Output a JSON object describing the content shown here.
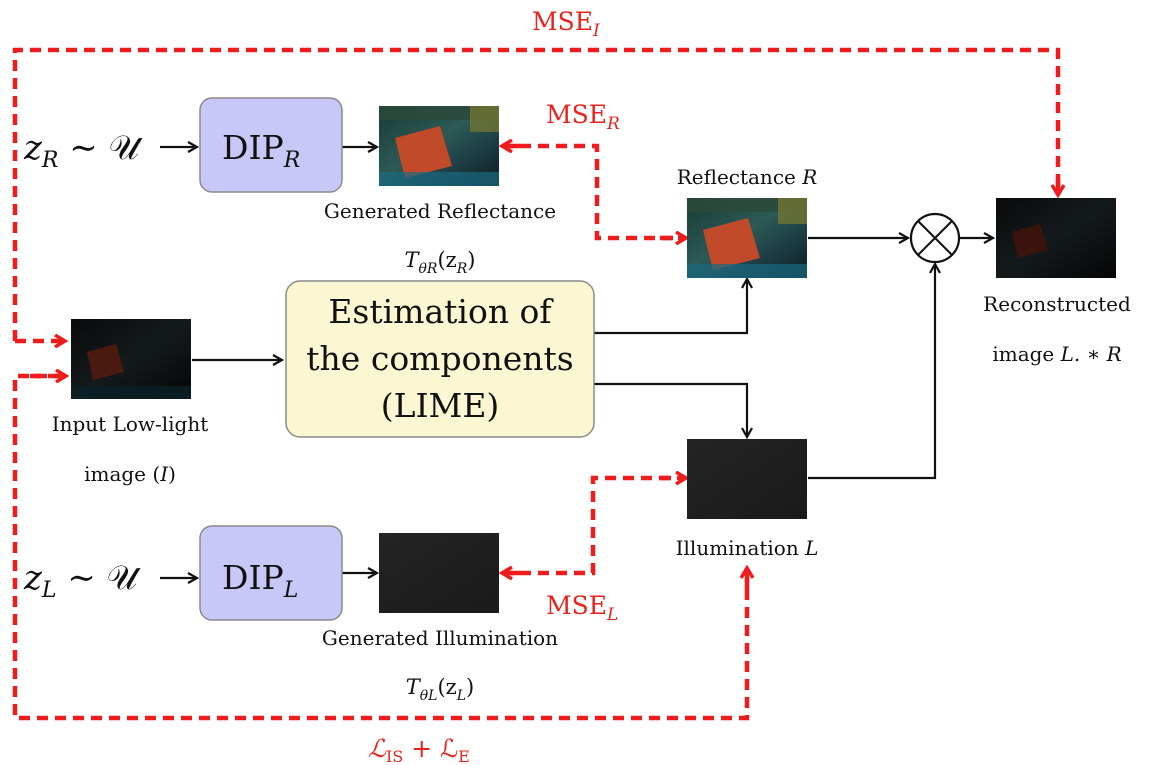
{
  "labels": {
    "mse_i": "MSE",
    "mse_i_sub": "I",
    "mse_r": "MSE",
    "mse_r_sub": "R",
    "mse_l": "MSE",
    "mse_l_sub": "L",
    "loss_l": "ℒ",
    "loss_is_sub": "IS",
    "loss_plus": " + ℒ",
    "loss_e_sub": "E",
    "zr_var": "z",
    "zr_sub": "R",
    "zr_dist": " ∼ 𝒰",
    "zl_var": "z",
    "zl_sub": "L",
    "zl_dist": " ∼ 𝒰",
    "dip_r": "DIP",
    "dip_r_sub": "R",
    "dip_l": "DIP",
    "dip_l_sub": "L",
    "gen_reflectance": "Generated Reflectance",
    "t_theta_r": "T",
    "t_theta_r_sub": "θR",
    "t_theta_r_arg": "(z",
    "t_theta_r_arg_sub": "R",
    "t_theta_r_close": ")",
    "gen_illumination": "Generated Illumination",
    "t_theta_l": "T",
    "t_theta_l_sub": "θL",
    "t_theta_l_arg": "(z",
    "t_theta_l_arg_sub": "L",
    "t_theta_l_close": ")",
    "lime_line1": "Estimation of",
    "lime_line2": "the components",
    "lime_line3": "(LIME)",
    "input_line1": "Input Low-light",
    "input_line2": "image (",
    "input_var": "I",
    "input_close": ")",
    "reflectance": "Reflectance ",
    "reflectance_var": "R",
    "illumination": "Illumination ",
    "illumination_var": "L",
    "recon_line1": "Reconstructed",
    "recon_line2": "image ",
    "recon_formula": "L. ∗ R",
    "multiply_symbol": "⊗"
  },
  "colors": {
    "loss_arrows": "#ee1c1c",
    "dip_box": "#c8c8f8",
    "lime_box": "#fbf7d2",
    "box_border": "#8a8a8a"
  }
}
